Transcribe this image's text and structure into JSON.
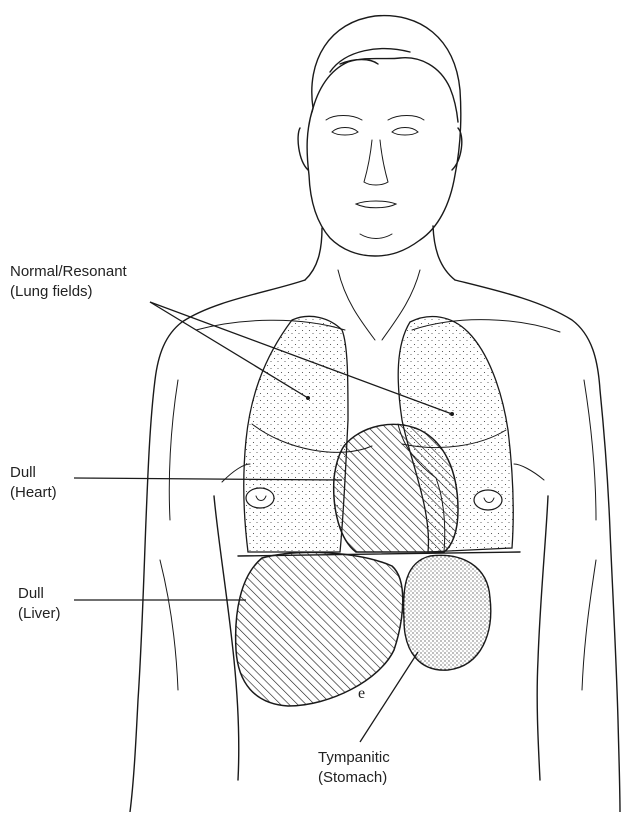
{
  "labels": {
    "lungs": {
      "line1": "Normal/Resonant",
      "line2": "(Lung fields)"
    },
    "heart": {
      "line1": "Dull",
      "line2": "(Heart)"
    },
    "liver": {
      "line1": "Dull",
      "line2": "(Liver)"
    },
    "stomach": {
      "line1": "Tympanitic",
      "line2": "(Stomach)"
    }
  },
  "umbilicus_mark": "e",
  "colors": {
    "ink": "#1a1a1a",
    "background": "#ffffff"
  },
  "patterns": {
    "lungs": "fine-stipple",
    "heart": "diagonal-hatch",
    "liver": "diagonal-hatch",
    "stomach": "dense-stipple"
  }
}
